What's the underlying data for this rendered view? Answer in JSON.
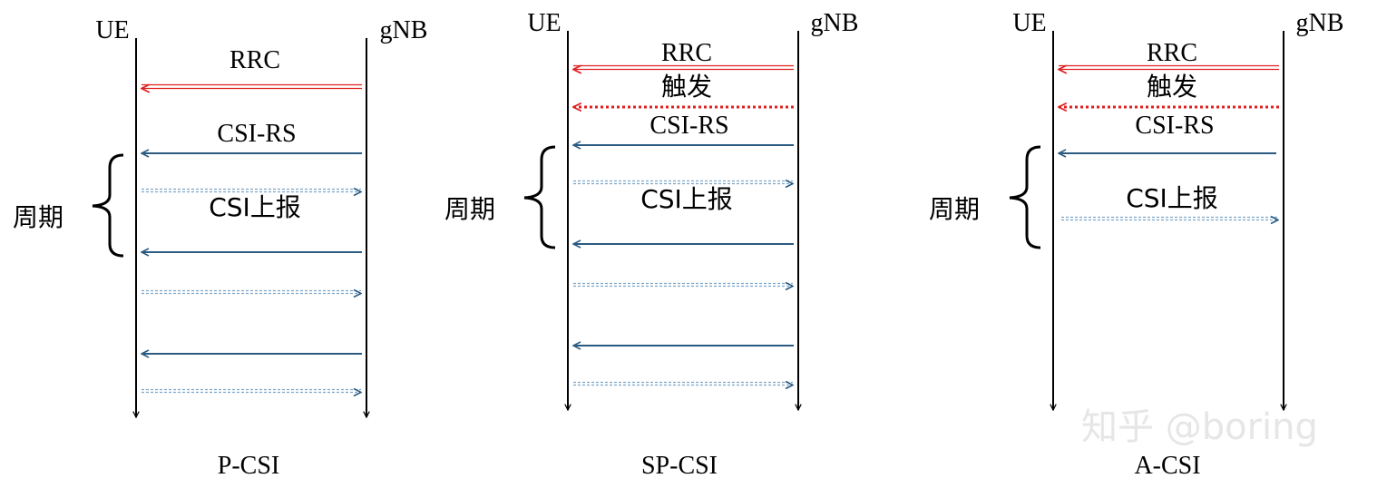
{
  "colors": {
    "lifeline": "#000000",
    "rrc_arrow": "#e02020",
    "csi_rs_arrow": "#2c5b82",
    "csi_report_arrow": "#7ea6c9",
    "watermark": "#e6e6e6"
  },
  "diagrams": [
    {
      "ue_label": "UE",
      "gnb_label": "gNB",
      "rrc_label": "RRC",
      "trigger_label": "",
      "csi_rs_label": "CSI-RS",
      "report_label": "CSI上报",
      "period_label": "周期",
      "caption": "P-CSI"
    },
    {
      "ue_label": "UE",
      "gnb_label": "gNB",
      "rrc_label": "RRC",
      "trigger_label": "触发",
      "csi_rs_label": "CSI-RS",
      "report_label": "CSI上报",
      "period_label": "周期",
      "caption": "SP-CSI"
    },
    {
      "ue_label": "UE",
      "gnb_label": "gNB",
      "rrc_label": "RRC",
      "trigger_label": "触发",
      "csi_rs_label": "CSI-RS",
      "report_label": "CSI上报",
      "period_label": "周期",
      "caption": "A-CSI"
    }
  ],
  "watermark": "知乎 @boring"
}
